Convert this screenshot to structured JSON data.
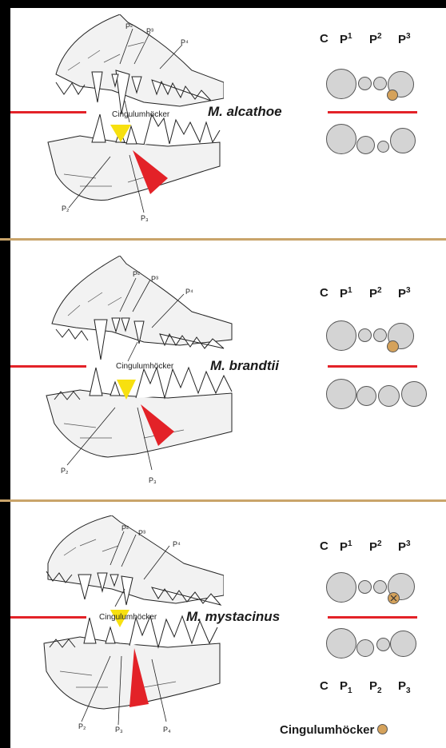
{
  "colors": {
    "red_line": "#e32228",
    "divider": "#c9a46a",
    "tooth_circle": "#d4d4d4",
    "cingulum": "#d5a25b",
    "yellow_arrow": "#f7e00f",
    "red_arrow": "#e32228"
  },
  "tooth_header_upper": {
    "c": "C",
    "p1": "P",
    "p1_sup": "1",
    "p2": "P",
    "p2_sup": "2",
    "p3": "P",
    "p3_sup": "3"
  },
  "tooth_header_lower": {
    "c": "C",
    "p1": "P",
    "p1_sub": "1",
    "p2": "P",
    "p2_sub": "2",
    "p3": "P",
    "p3_sub": "3"
  },
  "panels": [
    {
      "species": "M. alcathoe",
      "labels": {
        "P2": "P²",
        "P3": "P³",
        "P4": "P⁴",
        "cingulum": "Cingulumhöcker",
        "p2_lower": "P₂",
        "p3_lower": "P₃"
      }
    },
    {
      "species": "M. brandtii",
      "labels": {
        "P2": "P²",
        "P3": "P³",
        "P4": "P⁴",
        "cingulum": "Cingulumhöcker",
        "p2_lower": "P₂",
        "p3_lower": "P₃"
      }
    },
    {
      "species": "M. mystacinus",
      "labels": {
        "P2": "P²",
        "P3": "P³",
        "P4": "P⁴",
        "cingulum": "Cingulumhöcker",
        "p2_lower": "P₂",
        "p3_lower": "P₃",
        "p4_lower": "P₄"
      }
    }
  ],
  "legend": {
    "label": "Cingulumhöcker"
  }
}
